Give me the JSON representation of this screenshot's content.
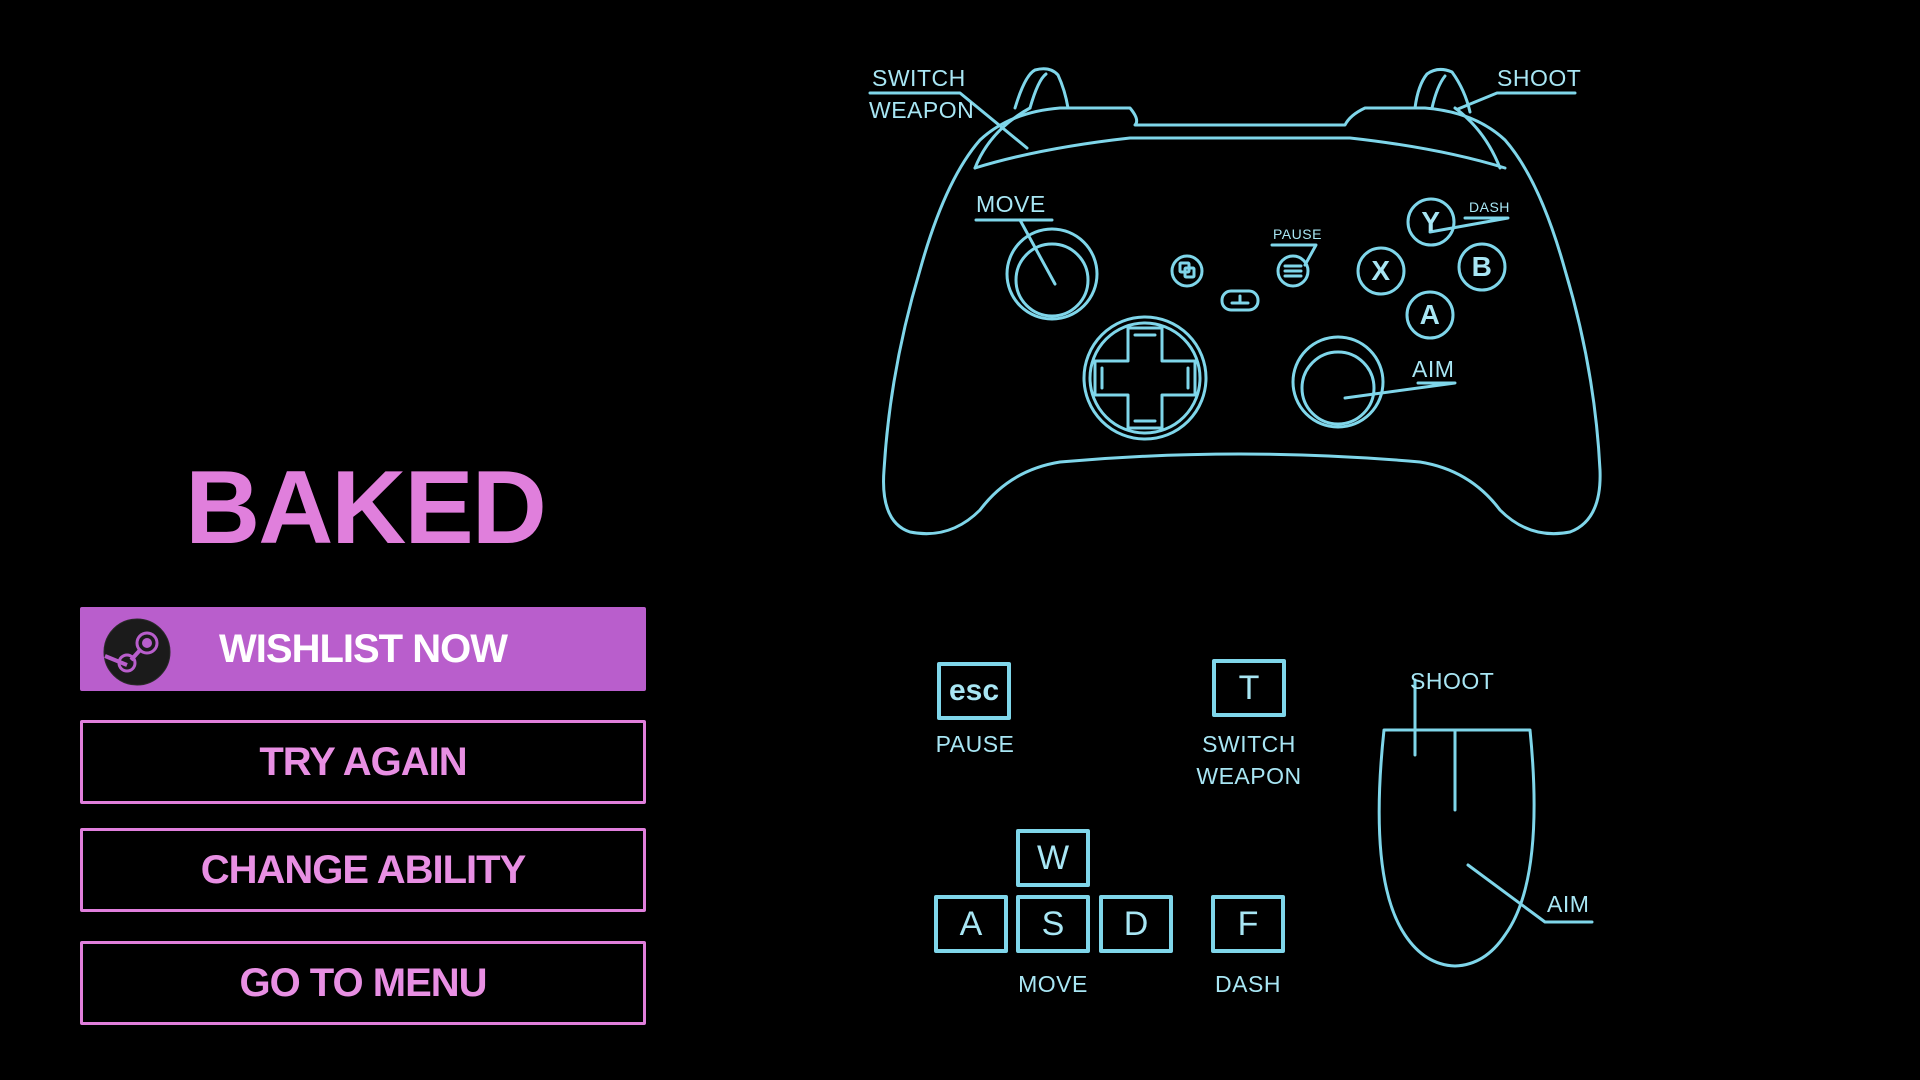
{
  "game": {
    "title": "BAKED"
  },
  "menu": {
    "wishlist": "WISHLIST NOW",
    "try_again": "TRY AGAIN",
    "change_ability": "CHANGE ABILITY",
    "go_to_menu": "GO TO MENU"
  },
  "gamepad": {
    "switch_weapon_1": "SWITCH",
    "switch_weapon_2": "WEAPON",
    "shoot": "SHOOT",
    "move": "MOVE",
    "pause": "PAUSE",
    "dash": "DASH",
    "aim": "AIM",
    "buttons": {
      "y": "Y",
      "x": "X",
      "b": "B",
      "a": "A"
    }
  },
  "keyboard": {
    "esc_key": "esc",
    "pause": "PAUSE",
    "t_key": "T",
    "switch_weapon_1": "SWITCH",
    "switch_weapon_2": "WEAPON",
    "w_key": "W",
    "a_key": "A",
    "s_key": "S",
    "d_key": "D",
    "f_key": "F",
    "move": "MOVE",
    "dash": "DASH"
  },
  "mouse": {
    "shoot": "SHOOT",
    "aim": "AIM"
  },
  "colors": {
    "accent_pink": "#e07fdc",
    "button_fill": "#b95ecc",
    "line_cyan": "#7fd6ea",
    "background": "#000000"
  },
  "icons": [
    "steam-icon",
    "gamepad-icon",
    "mouse-icon"
  ]
}
